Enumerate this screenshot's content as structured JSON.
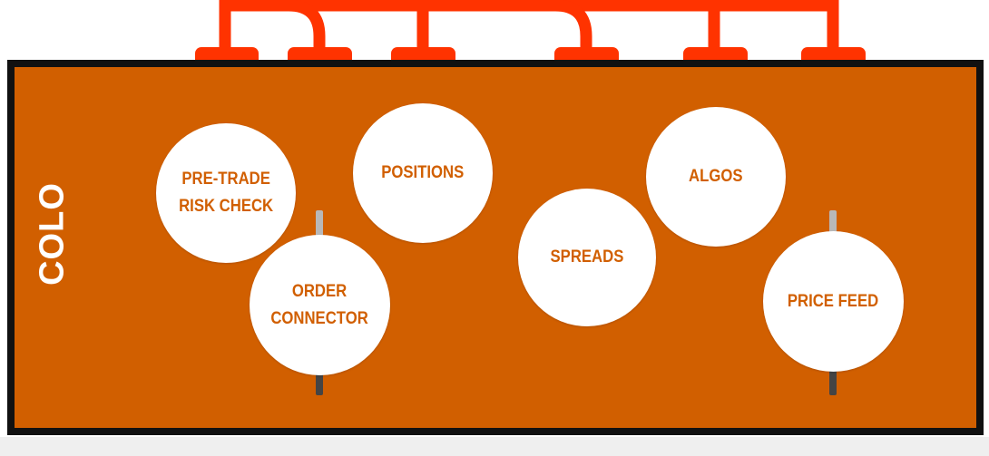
{
  "diagram": {
    "container_label": "COLO",
    "nodes": [
      {
        "id": "pre-trade-risk-check",
        "label": "PRE-TRADE\nRISK CHECK"
      },
      {
        "id": "positions",
        "label": "POSITIONS"
      },
      {
        "id": "algos",
        "label": "ALGOS"
      },
      {
        "id": "order-connector",
        "label": "ORDER\nCONNECTOR"
      },
      {
        "id": "spreads",
        "label": "SPREADS"
      },
      {
        "id": "price-feed",
        "label": "PRICE FEED"
      }
    ]
  },
  "colors": {
    "box_fill": "#d15f00",
    "box_border": "#111111",
    "wire": "#ff3300",
    "node_fill": "#ffffff",
    "node_text": "#d15f00"
  }
}
